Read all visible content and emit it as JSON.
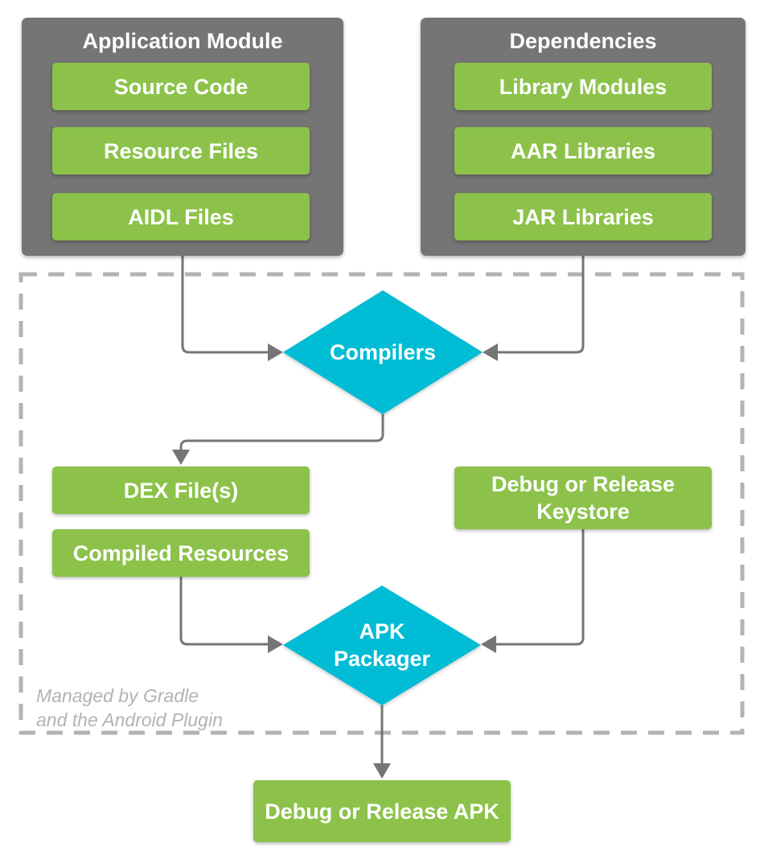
{
  "colors": {
    "container_gray": "#757575",
    "box_green": "#8CC24A",
    "diamond_cyan": "#00BCD4",
    "line_gray": "#757575",
    "dashed_border_gray": "#B3B3B3",
    "note_gray": "#B3B3B3",
    "label_white": "#FFFFFF"
  },
  "groups": {
    "application_module": {
      "title": "Application Module",
      "items": [
        "Source Code",
        "Resource Files",
        "AIDL Files"
      ]
    },
    "dependencies": {
      "title": "Dependencies",
      "items": [
        "Library Modules",
        "AAR Libraries",
        "JAR Libraries"
      ]
    }
  },
  "nodes": {
    "compilers": "Compilers",
    "dex_files": "DEX File(s)",
    "compiled_resources": "Compiled Resources",
    "keystore": "Debug or Release Keystore",
    "apk_packager": "APK Packager",
    "output_apk": "Debug or Release APK"
  },
  "note": {
    "line1": "Managed by Gradle",
    "line2": "and the Android Plugin"
  }
}
